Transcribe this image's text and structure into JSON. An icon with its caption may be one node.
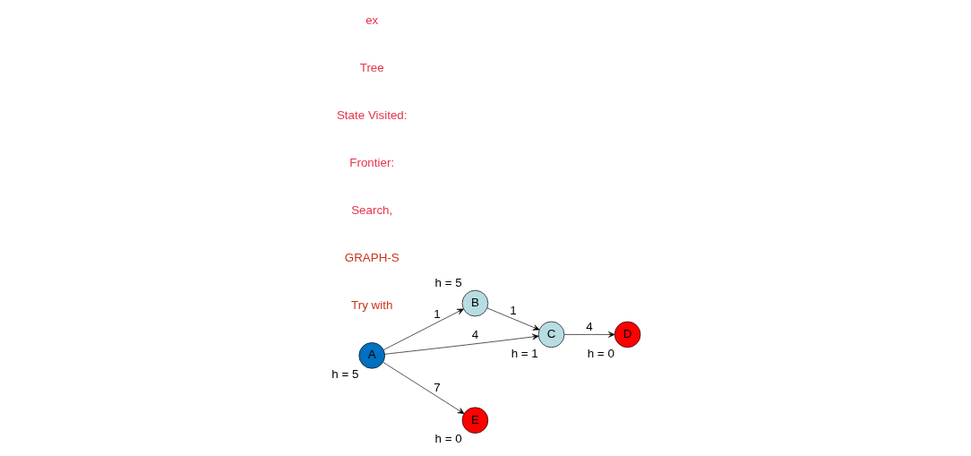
{
  "diagram": {
    "nodes": [
      {
        "text": [
          "A"
        ],
        "beside": [
          "h = 5"
        ]
      },
      {
        "text": [
          "B"
        ],
        "beside": [
          "h = 5"
        ]
      },
      {
        "text": [
          "C"
        ],
        "beside": [
          "h = 1"
        ]
      },
      {
        "text": [
          "D"
        ],
        "beside": [
          "h = 0"
        ]
      },
      {
        "text": [
          "E"
        ],
        "beside": [
          "h = 0"
        ]
      }
    ],
    "edges": [
      {
        "from": 0,
        "to": 1,
        "arrow": "to",
        "label": "1"
      },
      {
        "from": 1,
        "to": 2,
        "arrow": "to",
        "label": "1"
      },
      {
        "from": 0,
        "to": 2,
        "arrow": "to",
        "label": "4"
      },
      {
        "from": 2,
        "to": 3,
        "arrow": "to",
        "label": "4"
      },
      {
        "from": 0,
        "to": 4,
        "arrow": "to",
        "label": "7"
      }
    ],
    "labels": [
      "Try with",
      "GRAPH-S",
      "Search,",
      "Frontier:",
      "State Visited:",
      "Tree",
      "ex"
    ]
  }
}
